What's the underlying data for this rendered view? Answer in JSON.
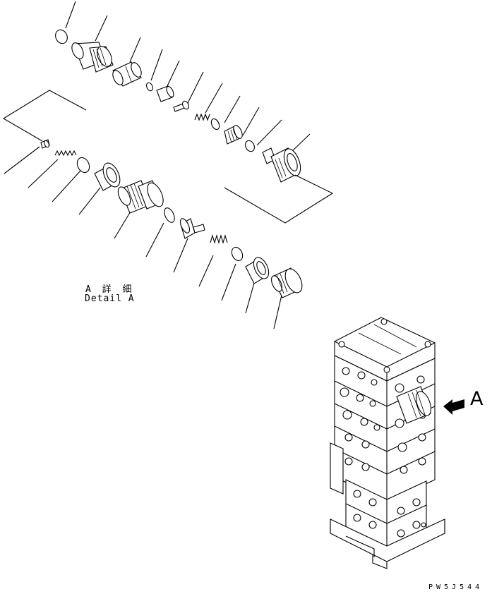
{
  "callout": {
    "detail_jp": "A 詳 細",
    "detail_en": "Detail A",
    "view_letter": "A"
  },
  "drawing_code": "PW5J544"
}
